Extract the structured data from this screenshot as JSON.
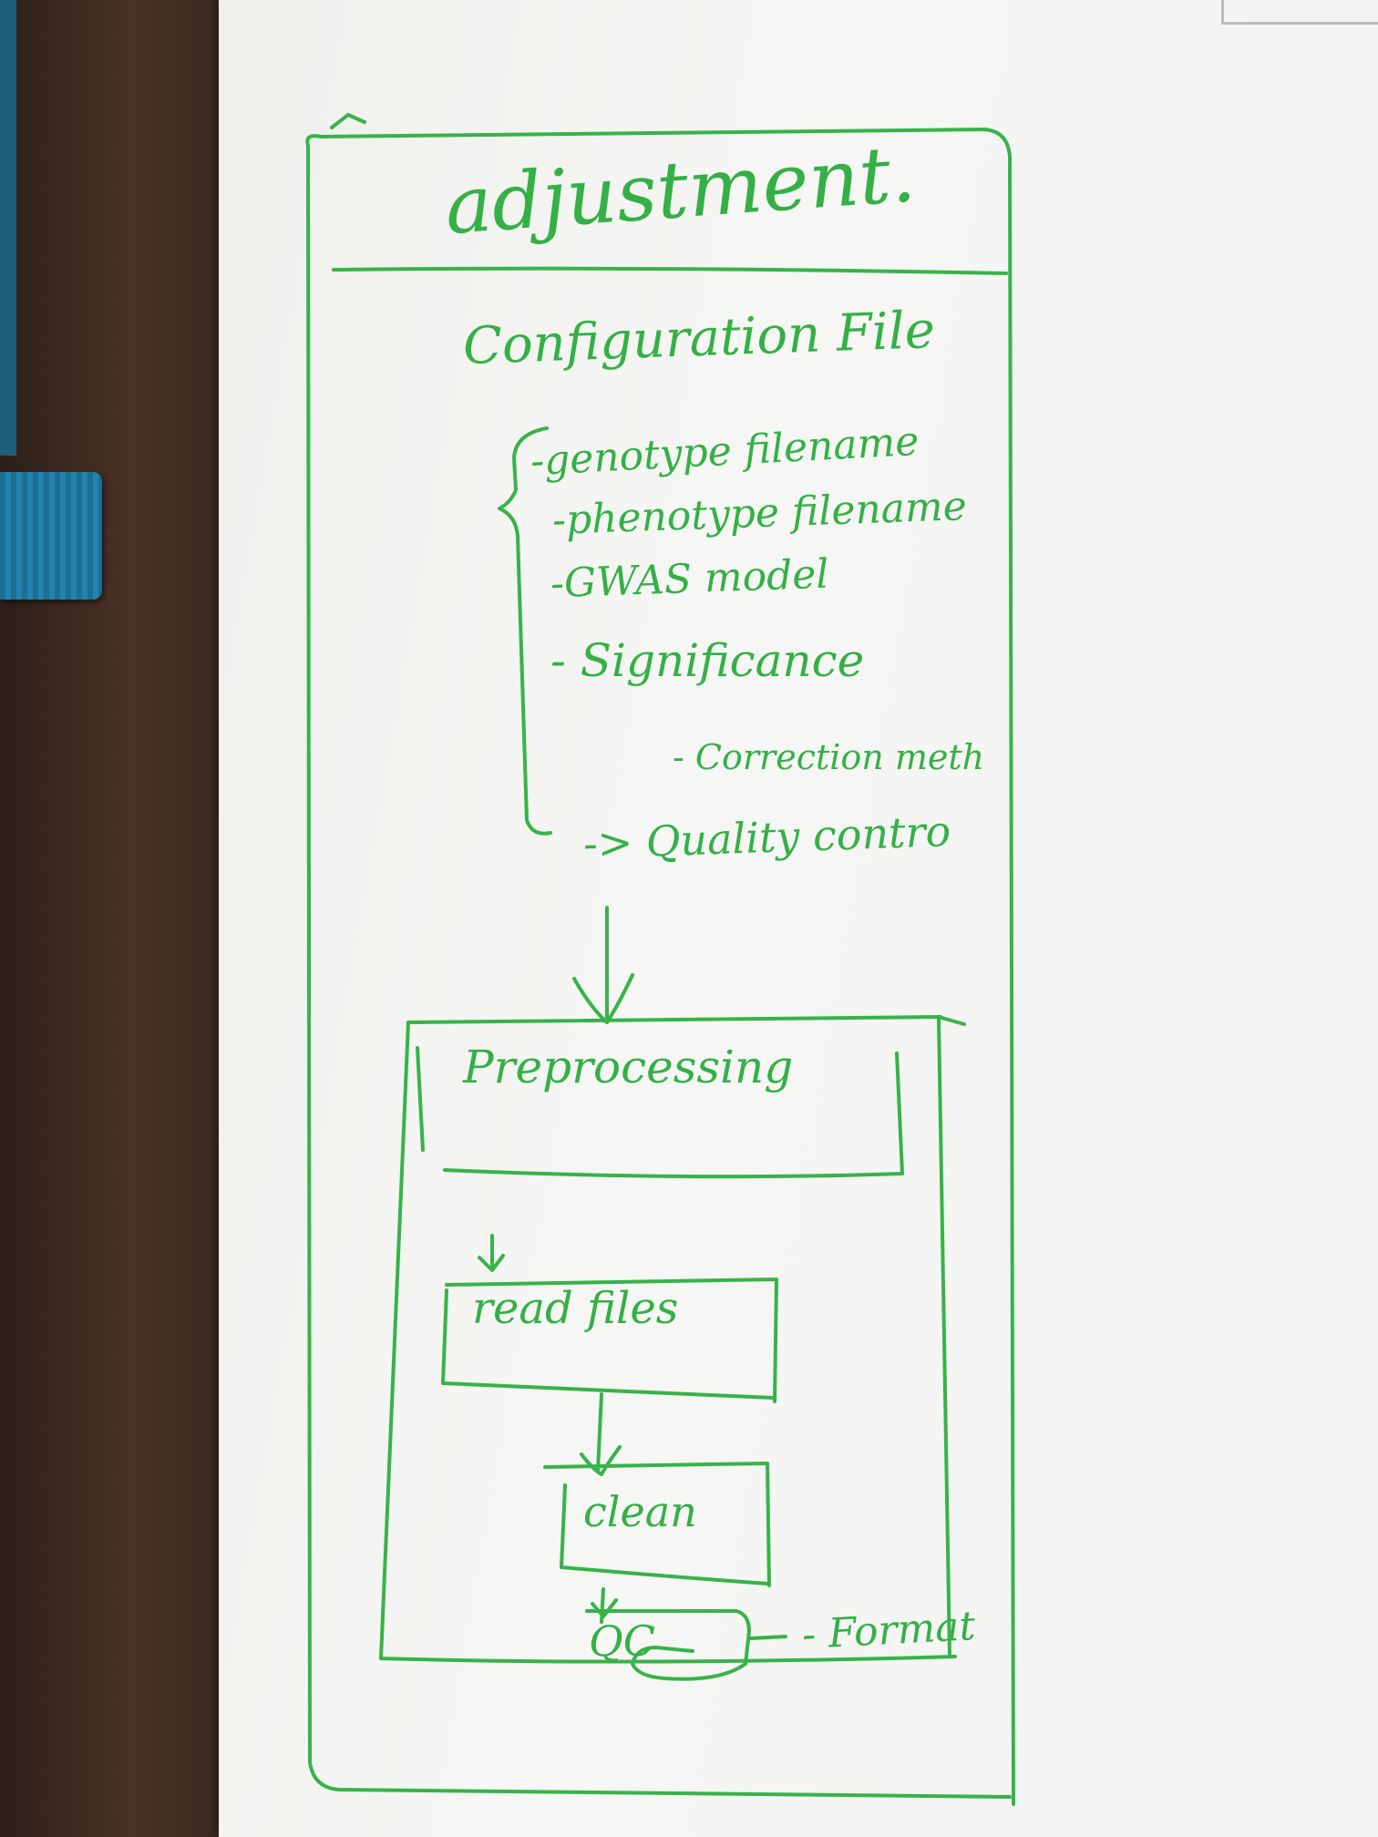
{
  "diagram": {
    "title": "adjustment.",
    "config_heading": "Configuration File",
    "config_items": [
      "-genotype filename",
      "-phenotype filename",
      "-GWAS model",
      "- Significance",
      "- Correction meth",
      "-> Quality contro"
    ],
    "steps": {
      "preprocessing": "Preprocessing",
      "read_files": "read files",
      "clean": "clean",
      "qc": "QC",
      "qc_note": "- Format"
    }
  },
  "colors": {
    "ink": "#37b349",
    "paper": "#f4f4f2",
    "desk": "#3b2a22",
    "tab": "#1f7ba3"
  }
}
